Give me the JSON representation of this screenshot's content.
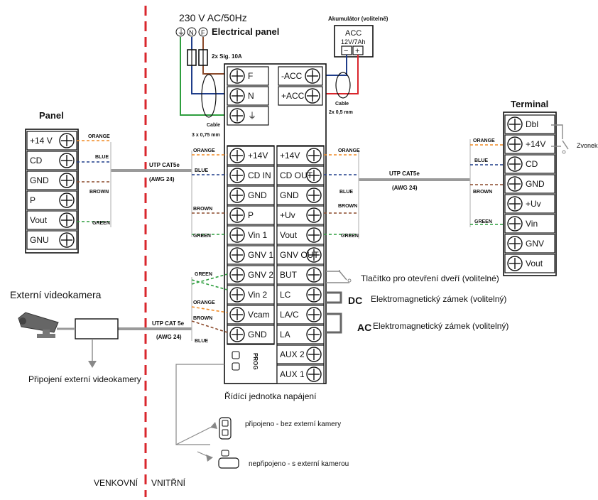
{
  "zones": {
    "outdoor_label": "VENKOVNÍ",
    "indoor_label": "VNITŘNÍ",
    "divider_color": "#d9262c"
  },
  "mains": {
    "voltage_label": "230 V  AC/50Hz",
    "panel_title": "Electrical panel",
    "symbols": [
      "⏚",
      "N",
      "F"
    ],
    "fuse_label": "2x Sig. 10A",
    "cable_label_1": "Cable",
    "cable_label_2": "3 x 0,75 mm"
  },
  "battery": {
    "title": "Akumulátor (volitelně)",
    "acc_label": "ACC",
    "spec_label": "12V/7Ah",
    "minus": "−",
    "plus": "+",
    "cable_label_1": "Cable",
    "cable_label_2": "2x 0,5 mm"
  },
  "panel": {
    "title": "Panel",
    "terminals": [
      "+14 V",
      "CD",
      "GND",
      "P",
      "Vout",
      "GNU"
    ]
  },
  "terminal": {
    "title": "Terminal",
    "terminals": [
      "Dbl",
      "+14V",
      "CD",
      "GND",
      "+Uv",
      "Vin",
      "GNV",
      "Vout"
    ],
    "bell_label": "Zvonek"
  },
  "control_unit": {
    "title": "Řídící jednotka napájení",
    "power_terminals": [
      "F",
      "N",
      "⏚"
    ],
    "acc_terminals": [
      "-ACC",
      "+ACC"
    ],
    "left_terminals": [
      "+14V",
      "CD IN",
      "GND",
      "P",
      "Vin 1",
      "GNV 1",
      "GNV 2",
      "Vin 2",
      "Vcam",
      "GND"
    ],
    "right_terminals": [
      "+14V",
      "CD OUT",
      "GND",
      "+Uv",
      "Vout",
      "GNV OUT",
      "BUT",
      "LC",
      "LA/C",
      "LA",
      "AUX 2",
      "AUX 1"
    ],
    "prog_label": "PROG"
  },
  "cables": {
    "left_utp": "UTP  CAT5e",
    "left_awg": "(AWG  24)",
    "right_utp": "UTP  CAT5e",
    "right_awg": "(AWG  24)",
    "camera_utp": "UTP CAT 5e",
    "camera_awg": "(AWG 24)"
  },
  "wire_colors": {
    "orange": "ORANGE",
    "blue": "BLUE",
    "brown": "BROWN",
    "green": "GREEN"
  },
  "colors": {
    "orange": "#f08a24",
    "blue": "#1f3d8a",
    "brown": "#8b4a2b",
    "green": "#2e9e3e",
    "red": "#d9262c",
    "cable_gray": "#9a9a9a"
  },
  "accessories": {
    "door_button": "Tlačítko pro otevření dveří (volitelné)",
    "dc_marker": "DC",
    "dc_lock": "Elektromagnetický zámek (volitelný)",
    "ac_marker": "AC",
    "ac_lock": "Elektromagnetický zámek (volitelný)"
  },
  "camera": {
    "title": "Externí videokamera",
    "connection_label": "Připojení externí videokamery"
  },
  "jumper": {
    "connected_label": "připojeno - bez externí kamery",
    "disconnected_label": "nepřipojeno - s externí kamerou"
  }
}
